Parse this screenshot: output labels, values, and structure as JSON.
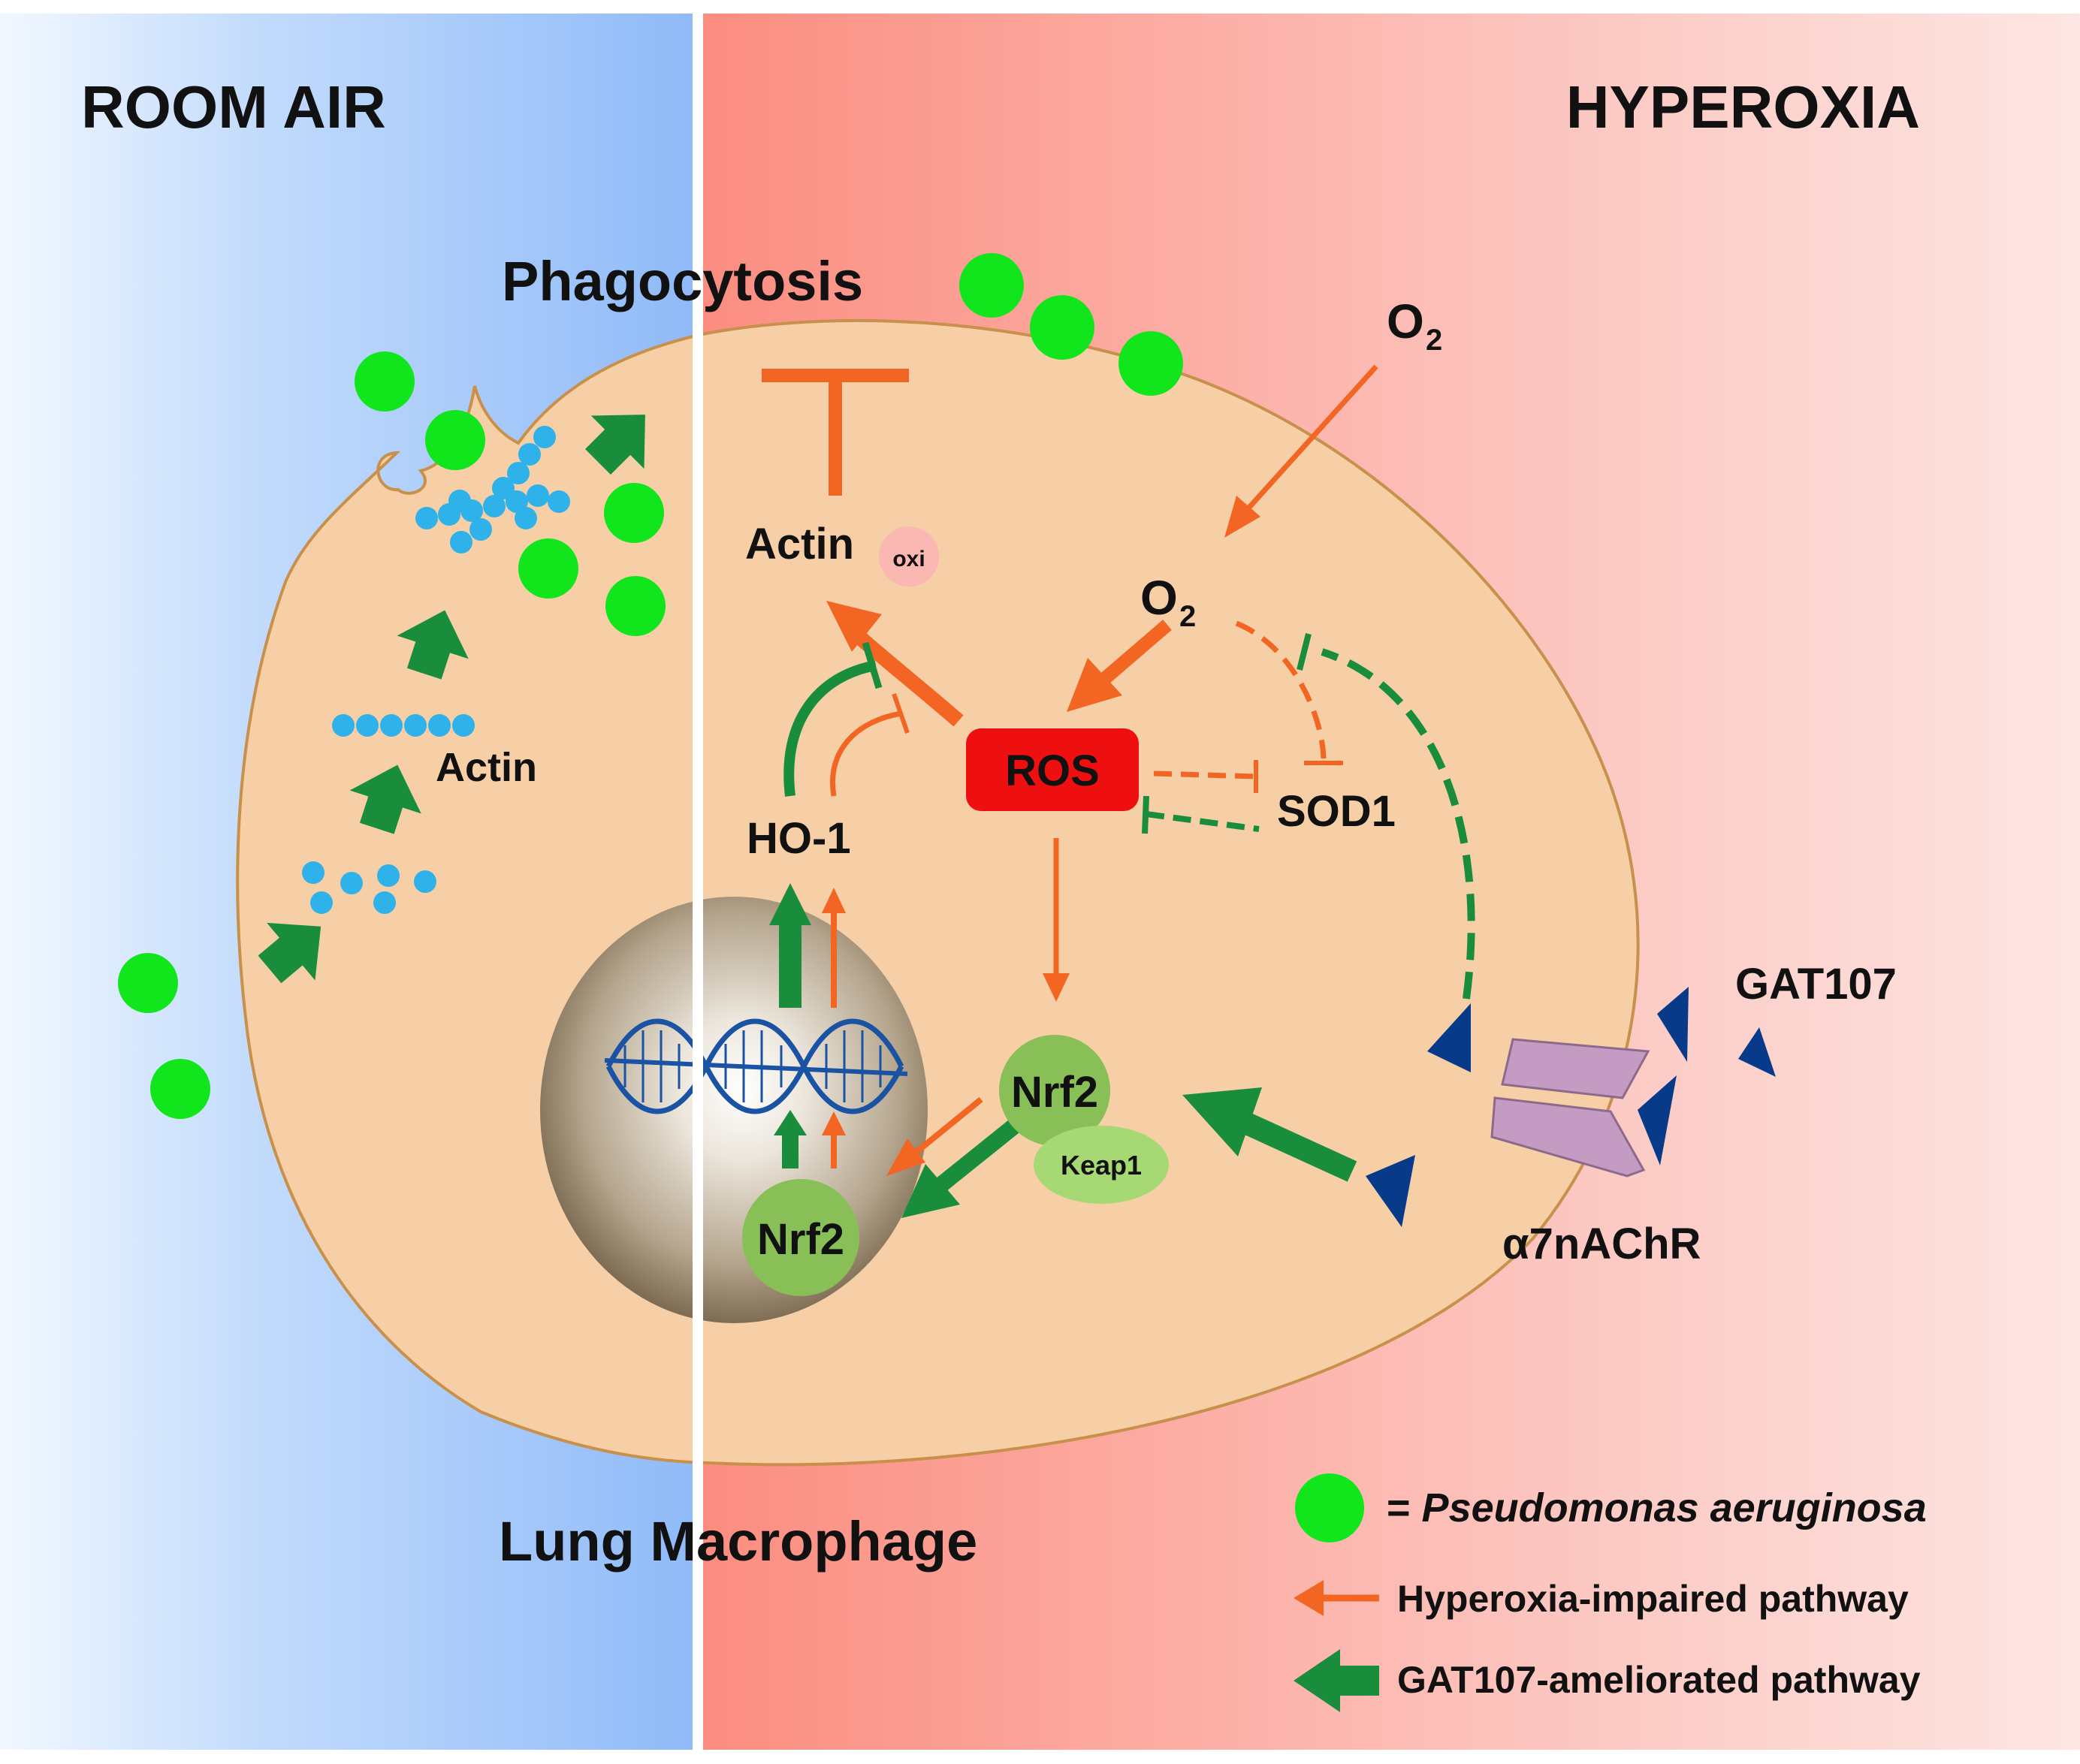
{
  "panels": {
    "left_title": "ROOM AIR",
    "right_title": "HYPEROXIA"
  },
  "labels": {
    "phagocytosis": "Phagocytosis",
    "actin": "Actin",
    "actin_oxi_main": "Actin",
    "actin_oxi_sub": "oxi",
    "o2_outside_main": "O",
    "o2_outside_sub": "2",
    "o2_inside_main": "O",
    "o2_inside_sub": "2",
    "ros": "ROS",
    "sod1": "SOD1",
    "ho1": "HO-1",
    "nrf2_cyto": "Nrf2",
    "keap1": "Keap1",
    "nrf2_nucleus": "Nrf2",
    "gat107": "GAT107",
    "receptor": "α7nAChR",
    "cell_name": "Lung Macrophage"
  },
  "legend": {
    "bacteria_eq": "= ",
    "bacteria_name": "Pseudomonas aeruginosa",
    "hyperoxia_label": "Hyperoxia-impaired pathway",
    "gat107_label": "GAT107-ameliorated pathway"
  },
  "colors": {
    "room_air_bg": "#9dc4fb",
    "hyperoxia_bg": "#fc9c92",
    "cell_fill": "#f6cfa6",
    "cell_stroke": "#c8904a",
    "bacteria": "#11e51b",
    "actin_bead": "#2fb1ea",
    "impaired_orange": "#f26522",
    "ameliorated_green": "#1a8d3c",
    "ros_red": "#ee1010",
    "nrf2_green": "#89bf57",
    "keap1_green": "#a6d874",
    "ligand_blue": "#083a8a",
    "receptor_purple": "#c49bc2"
  }
}
